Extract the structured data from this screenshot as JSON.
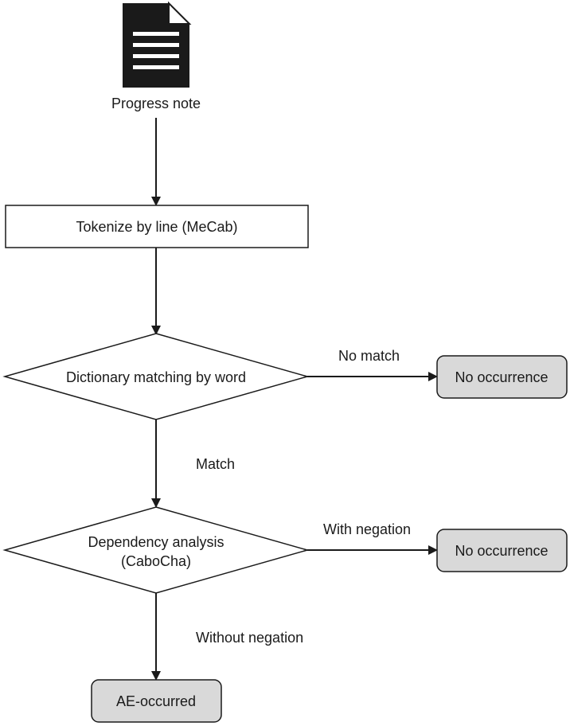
{
  "source": {
    "label": "Progress note",
    "icon": "document-icon"
  },
  "steps": {
    "tokenize": "Tokenize by line (MeCab)",
    "dictionary": "Dictionary matching by word",
    "dependency_line1": "Dependency analysis",
    "dependency_line2": "(CaboCha)"
  },
  "outcomes": {
    "no_occurrence_1": "No occurrence",
    "no_occurrence_2": "No occurrence",
    "ae_occurred": "AE-occurred"
  },
  "edges": {
    "no_match": "No match",
    "match": "Match",
    "with_negation": "With negation",
    "without_negation": "Without negation"
  },
  "colors": {
    "line": "#1a1a1a",
    "terminal_fill": "#d9d9d9",
    "box_fill": "#ffffff"
  }
}
